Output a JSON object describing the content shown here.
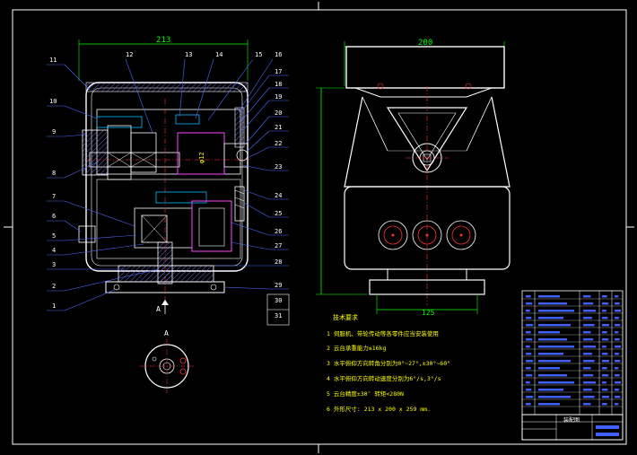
{
  "dims": {
    "front_width": "213",
    "side_width": "200",
    "base_width": "125",
    "section_mark": "A",
    "section_view_label": "A"
  },
  "part_numbers_left": [
    "11",
    "10",
    "9",
    "8",
    "7",
    "6",
    "5",
    "4",
    "3",
    "2",
    "1"
  ],
  "part_numbers_top": [
    "12",
    "13",
    "14",
    "15",
    "16"
  ],
  "part_numbers_right": [
    "17",
    "18",
    "19",
    "20",
    "21",
    "22",
    "23",
    "24",
    "25",
    "26",
    "27",
    "28",
    "29",
    "30",
    "31"
  ],
  "motor_label": "φ12",
  "tech_req": {
    "title": "技术要求",
    "items": [
      "1 伺服机、带轮传动等各零件应当安装使用",
      "2 云台承重能力≤16kg",
      "3 水平俯仰方向转角分别为0°~27°,±30°~60°",
      "4 水平俯仰方向转动速度分别为6°/s,3°/s",
      "5 云台精度±30″ 转矩<280N",
      "6 外形尺寸: 213 x 200 x 259 mm."
    ]
  },
  "title_block": {
    "drawing_name": "装配图"
  },
  "colors": {
    "line": "#ffffff",
    "dim": "#00ff00",
    "leader": "#4d6bff",
    "center": "#ff3030",
    "text_yellow": "#ffff00",
    "hatch": "#8080ff",
    "motor": "#ff40ff",
    "table": "#4060ff"
  }
}
